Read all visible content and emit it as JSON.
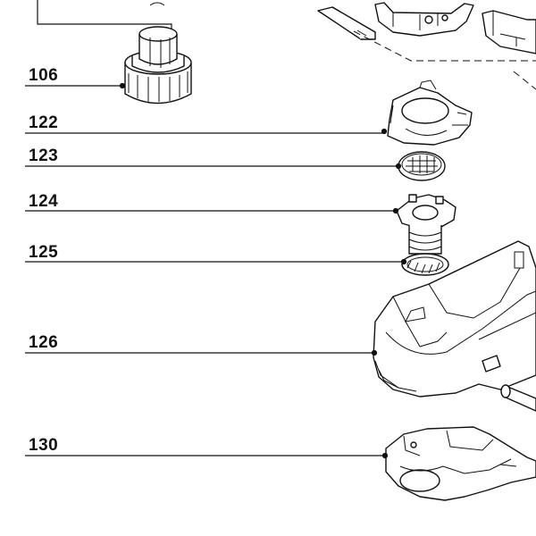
{
  "callouts": [
    {
      "number": "106",
      "part": "adjustment-knob"
    },
    {
      "number": "122",
      "part": "housing-cover"
    },
    {
      "number": "123",
      "part": "filter-disc"
    },
    {
      "number": "124",
      "part": "retainer-plate"
    },
    {
      "number": "125",
      "part": "spring-and-ring"
    },
    {
      "number": "126",
      "part": "main-housing"
    },
    {
      "number": "130",
      "part": "bottom-cover"
    }
  ],
  "colors": {
    "ink": "#111111",
    "paper": "#ffffff"
  }
}
